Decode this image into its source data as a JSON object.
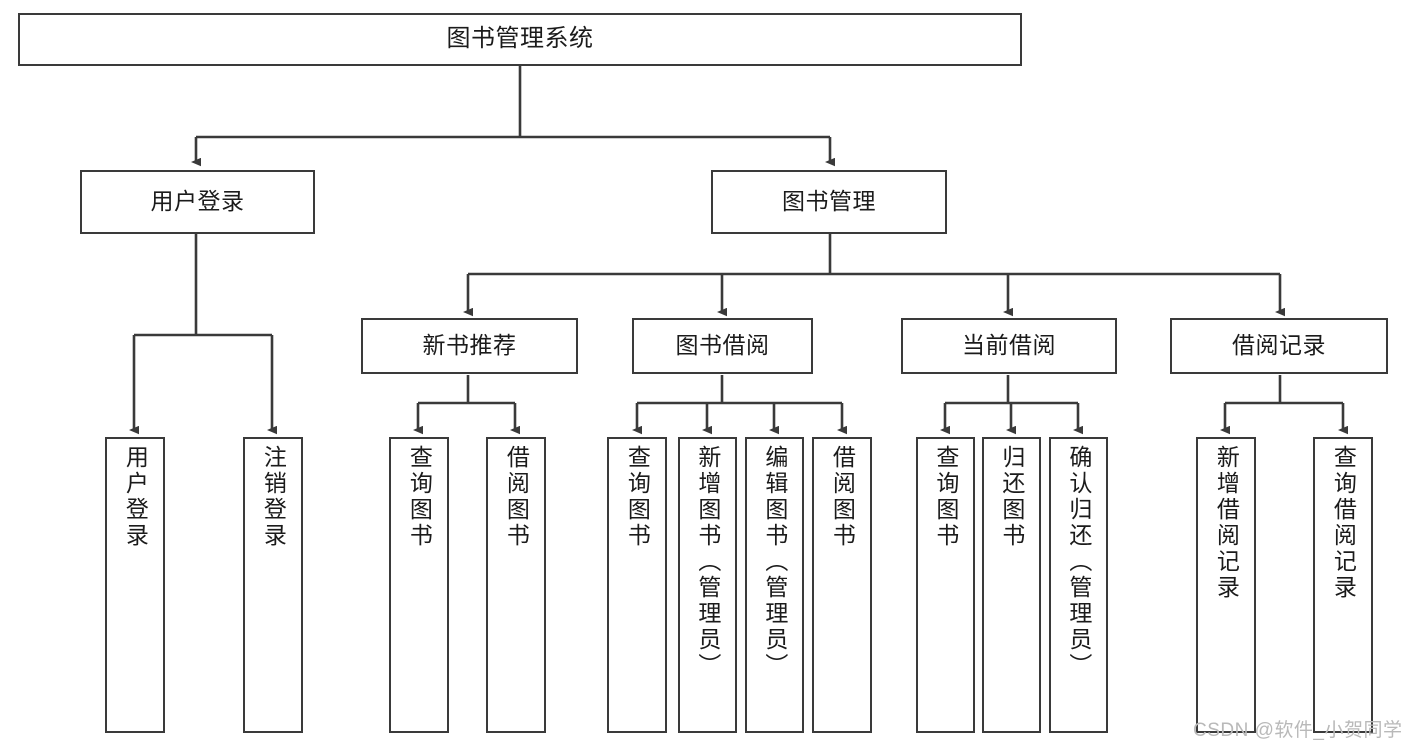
{
  "diagram": {
    "type": "tree",
    "title": "图书管理系统",
    "orientation": "top-down",
    "colors": {
      "box_border": "#3a3a3a",
      "box_fill": "#ffffff",
      "connector": "#3a3a3a",
      "text": "#1b1b1b",
      "watermark": "#b9b9b9",
      "background": "#ffffff"
    }
  },
  "root": {
    "label": "图书管理系统"
  },
  "level2": {
    "user_login": {
      "label": "用户登录"
    },
    "book_manage": {
      "label": "图书管理"
    }
  },
  "level3": {
    "new_book_recommend": {
      "label": "新书推荐"
    },
    "book_borrow": {
      "label": "图书借阅"
    },
    "current_borrow": {
      "label": "当前借阅"
    },
    "borrow_record": {
      "label": "借阅记录"
    }
  },
  "leaves": {
    "user_login": [
      {
        "label": "用户登录"
      },
      {
        "label": "注销登录"
      }
    ],
    "new_book_recommend": [
      {
        "label": "查询图书"
      },
      {
        "label": "借阅图书"
      }
    ],
    "book_borrow": [
      {
        "label": "查询图书"
      },
      {
        "label": "新增图书（管理员）"
      },
      {
        "label": "编辑图书（管理员）"
      },
      {
        "label": "借阅图书"
      }
    ],
    "current_borrow": [
      {
        "label": "查询图书"
      },
      {
        "label": "归还图书"
      },
      {
        "label": "确认归还（管理员）"
      }
    ],
    "borrow_record": [
      {
        "label": "新增借阅记录"
      },
      {
        "label": "查询借阅记录"
      }
    ]
  },
  "watermark": {
    "text": "CSDN @软件_小贺同学"
  }
}
